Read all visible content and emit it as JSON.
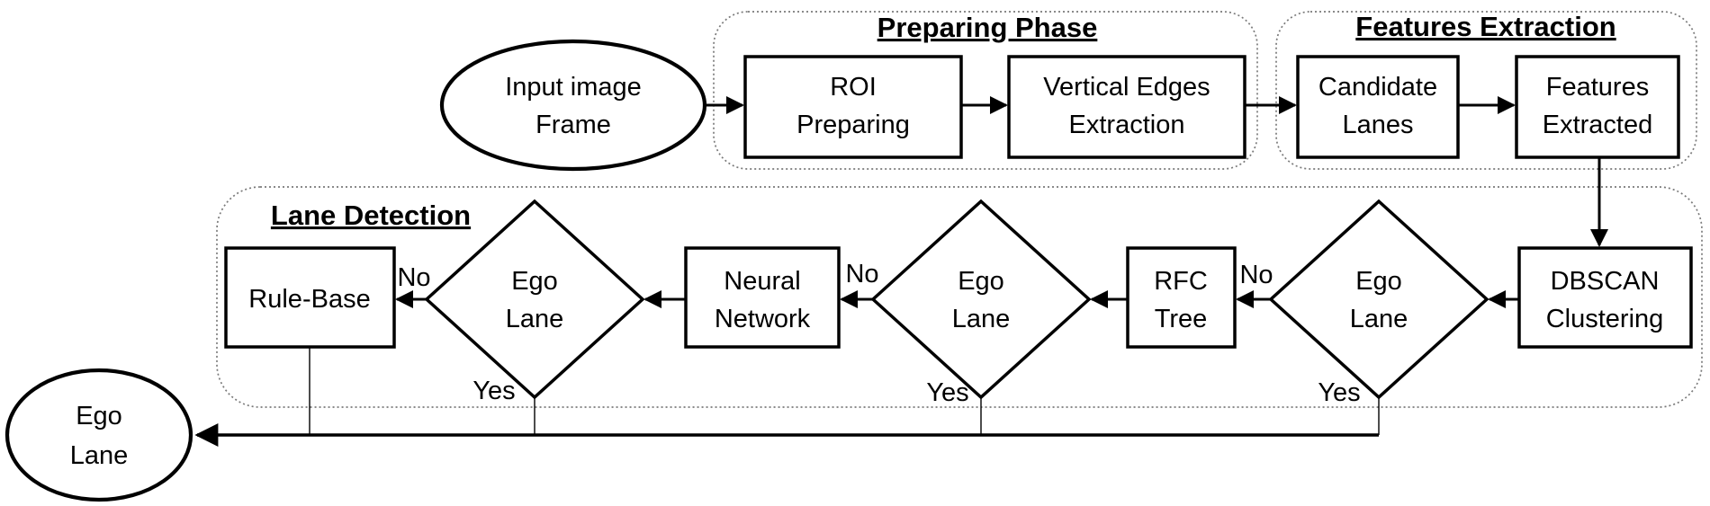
{
  "figure": {
    "description": "Ego lane detection pipeline flowchart",
    "background": "#ffffff"
  },
  "colors": {
    "stroke": "#000000",
    "container_border": "#7a7a7a",
    "shape_fill": "#ffffff"
  },
  "groups": {
    "preparing_phase": {
      "title": "Preparing Phase"
    },
    "features_extraction": {
      "title": "Features Extraction"
    },
    "lane_detection": {
      "title": "Lane Detection"
    }
  },
  "nodes": {
    "input_image_frame": {
      "shape": "ellipse",
      "lines": [
        "Input image",
        "Frame"
      ]
    },
    "roi_preparing": {
      "shape": "process",
      "lines": [
        "ROI",
        "Preparing"
      ]
    },
    "vertical_edges_extraction": {
      "shape": "process",
      "lines": [
        "Vertical Edges",
        "Extraction"
      ]
    },
    "candidate_lanes": {
      "shape": "process",
      "lines": [
        "Candidate",
        "Lanes"
      ]
    },
    "features_extracted": {
      "shape": "process",
      "lines": [
        "Features",
        "Extracted"
      ]
    },
    "dbscan_clustering": {
      "shape": "process",
      "lines": [
        "DBSCAN",
        "Clustering"
      ]
    },
    "ego_lane_check_1": {
      "shape": "decision",
      "lines": [
        "Ego",
        "Lane"
      ]
    },
    "rfc_tree": {
      "shape": "process",
      "lines": [
        "RFC",
        "Tree"
      ]
    },
    "ego_lane_check_2": {
      "shape": "decision",
      "lines": [
        "Ego",
        "Lane"
      ]
    },
    "neural_network": {
      "shape": "process",
      "lines": [
        "Neural",
        "Network"
      ]
    },
    "ego_lane_check_3": {
      "shape": "decision",
      "lines": [
        "Ego",
        "Lane"
      ]
    },
    "rule_base": {
      "shape": "process",
      "lines": [
        "Rule-Base"
      ]
    },
    "ego_lane_output": {
      "shape": "ellipse",
      "lines": [
        "Ego",
        "Lane"
      ]
    }
  },
  "edge_labels": {
    "yes": "Yes",
    "no": "No"
  }
}
